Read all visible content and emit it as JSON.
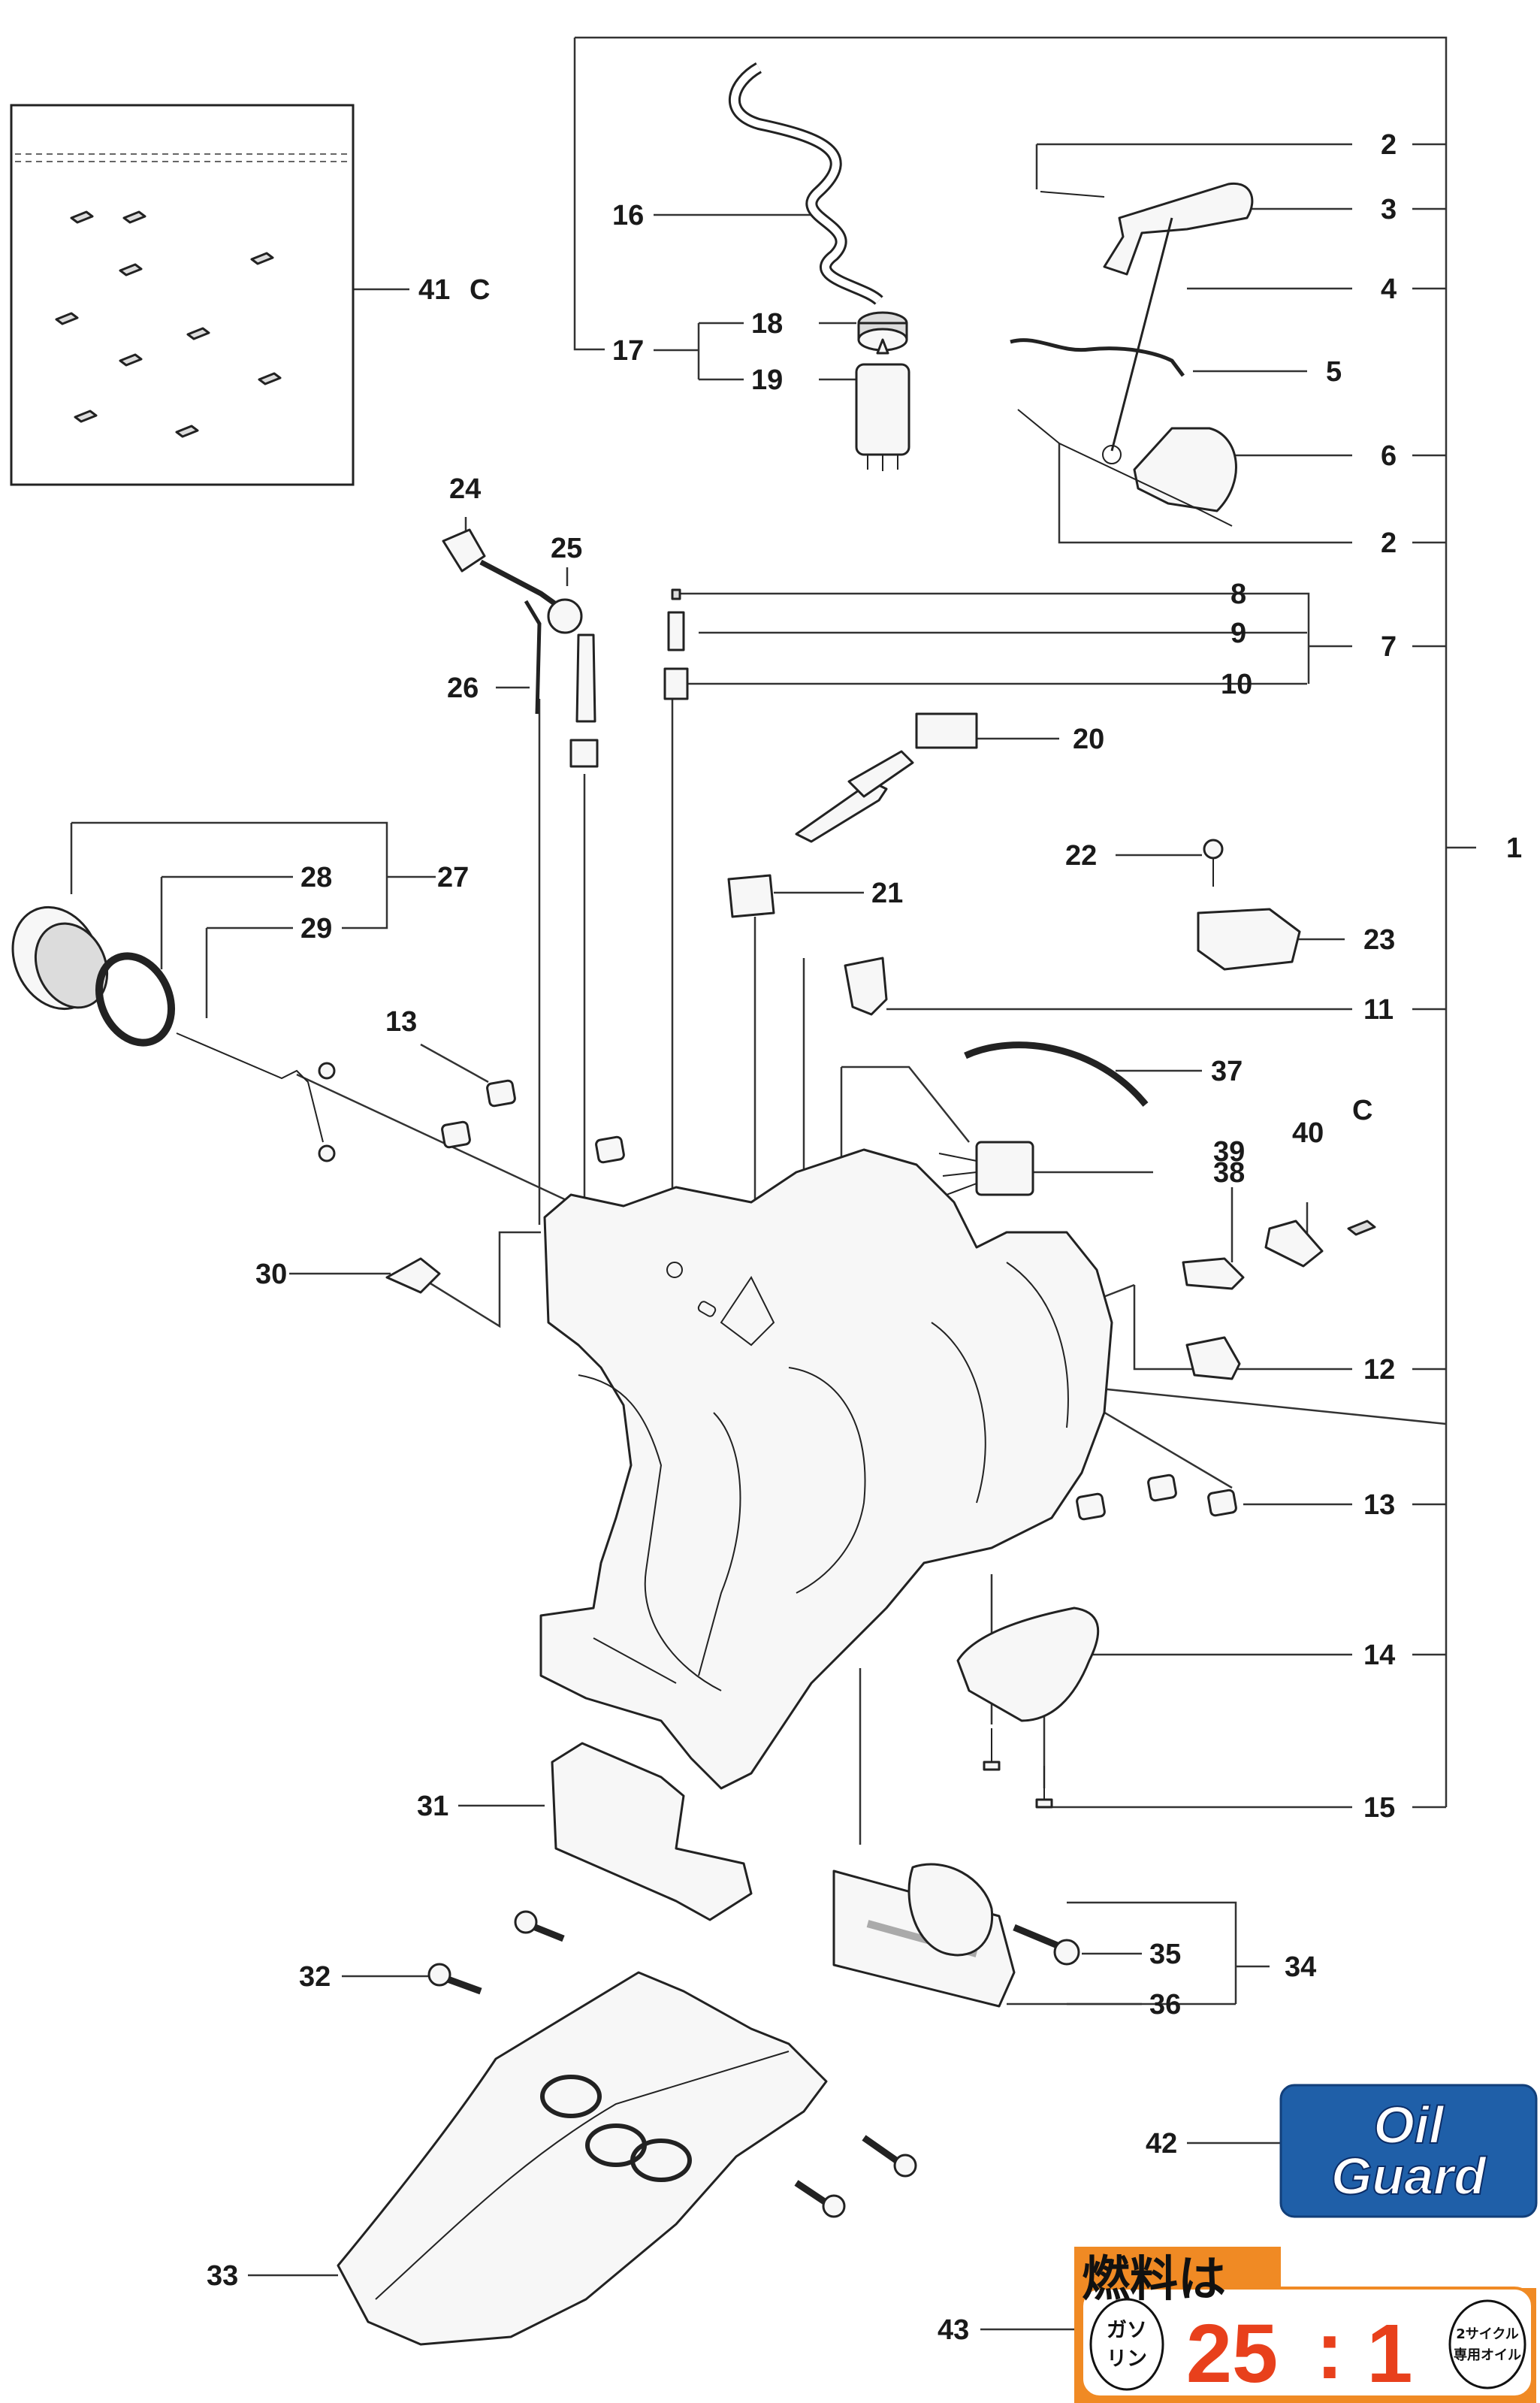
{
  "callouts": {
    "c1": "1",
    "c2a": "2",
    "c2b": "2",
    "c3": "3",
    "c4": "4",
    "c5": "5",
    "c6": "6",
    "c7": "7",
    "c8": "8",
    "c9": "9",
    "c10": "10",
    "c11": "11",
    "c12": "12",
    "c13a": "13",
    "c13b": "13",
    "c14": "14",
    "c15": "15",
    "c16": "16",
    "c17": "17",
    "c18": "18",
    "c19": "19",
    "c20": "20",
    "c21": "21",
    "c22": "22",
    "c23": "23",
    "c24": "24",
    "c25": "25",
    "c26": "26",
    "c27": "27",
    "c28": "28",
    "c29": "29",
    "c30": "30",
    "c31": "31",
    "c32": "32",
    "c33": "33",
    "c34": "34",
    "c35": "35",
    "c36": "36",
    "c37": "37",
    "c38": "38",
    "c39": "39",
    "c40": "40",
    "c41": "41",
    "c41c": "C",
    "cC": "C",
    "c42": "42",
    "c43": "43"
  },
  "oil_guard": {
    "line1": "Oil",
    "line2": "Guard",
    "color": "#1f5fa8"
  },
  "fuel_label": {
    "title": "燃料は",
    "gas_line1": "ガソ",
    "gas_line2": "リン",
    "ratio_left": "25",
    "ratio_sep": ":",
    "ratio_right": "1",
    "oil_line1": "2サイクル",
    "oil_line2": "専用オイル",
    "color": "#f08a24"
  }
}
